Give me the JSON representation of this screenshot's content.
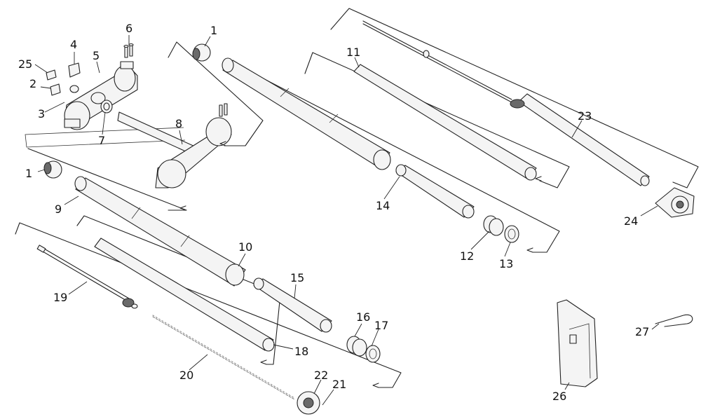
{
  "callouts": [
    {
      "id": "1a",
      "text": "1"
    },
    {
      "id": "1b",
      "text": "1"
    },
    {
      "id": "2",
      "text": "2"
    },
    {
      "id": "3",
      "text": "3"
    },
    {
      "id": "4",
      "text": "4"
    },
    {
      "id": "5",
      "text": "5"
    },
    {
      "id": "6",
      "text": "6"
    },
    {
      "id": "7",
      "text": "7"
    },
    {
      "id": "8",
      "text": "8"
    },
    {
      "id": "9",
      "text": "9"
    },
    {
      "id": "10",
      "text": "10"
    },
    {
      "id": "11",
      "text": "11"
    },
    {
      "id": "12",
      "text": "12"
    },
    {
      "id": "13",
      "text": "13"
    },
    {
      "id": "14",
      "text": "14"
    },
    {
      "id": "15",
      "text": "15"
    },
    {
      "id": "16",
      "text": "16"
    },
    {
      "id": "17",
      "text": "17"
    },
    {
      "id": "18",
      "text": "18"
    },
    {
      "id": "19",
      "text": "19"
    },
    {
      "id": "20",
      "text": "20"
    },
    {
      "id": "21",
      "text": "21"
    },
    {
      "id": "22",
      "text": "22"
    },
    {
      "id": "23",
      "text": "23"
    },
    {
      "id": "24",
      "text": "24"
    },
    {
      "id": "25",
      "text": "25"
    },
    {
      "id": "26",
      "text": "26"
    },
    {
      "id": "27",
      "text": "27"
    }
  ]
}
